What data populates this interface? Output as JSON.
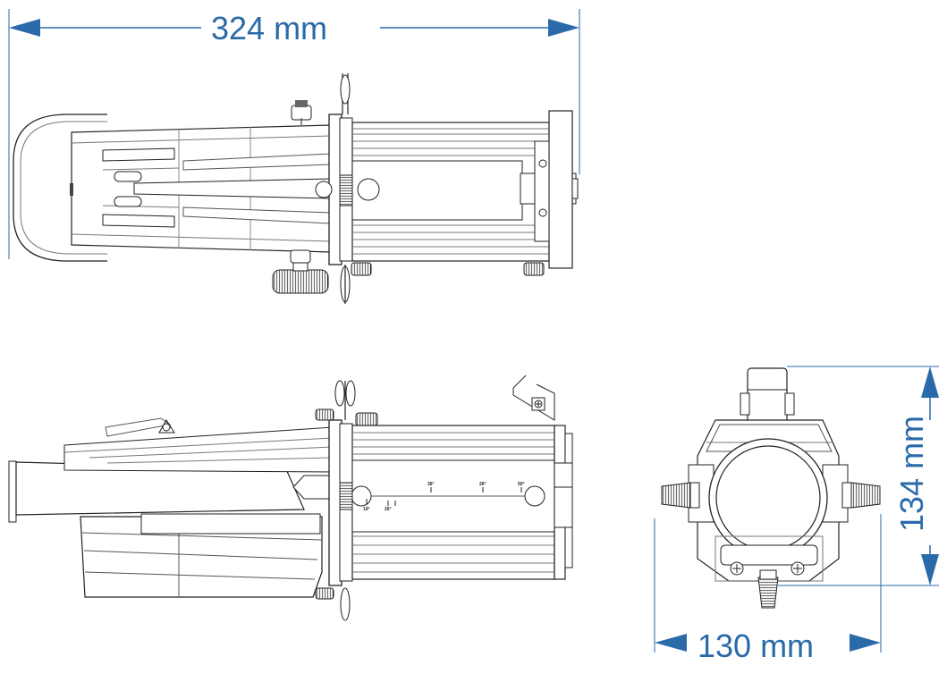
{
  "dimensions": {
    "overall_length": "324 mm",
    "front_width": "130 mm",
    "front_height": "134 mm"
  },
  "scale_marks": [
    "19°",
    "26°",
    "36°",
    "26°",
    "50°"
  ],
  "colors": {
    "dimension_blue": "#2a6aa9",
    "line_dark": "#222222",
    "line_gray": "#777777"
  }
}
